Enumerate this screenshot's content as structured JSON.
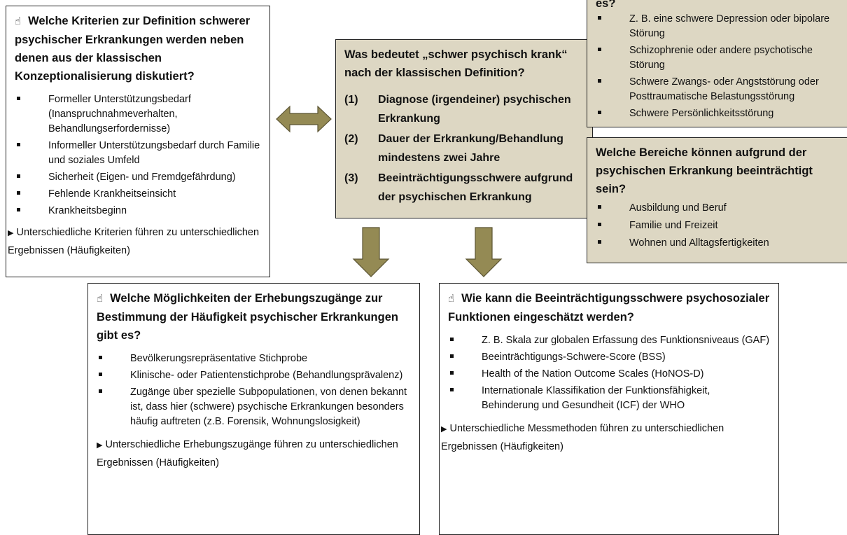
{
  "box_criteria": {
    "icon": "hand-pointer-icon",
    "title": "Welche Kriterien zur Definition schwerer psychischer Erkrankungen werden neben denen aus der klassischen Konzeptionalisierung diskutiert?",
    "items": [
      "Formeller Unterstützungsbedarf (Inanspruchnahmeverhalten, Behandlungserfordernisse)",
      "Informeller Unterstützungsbedarf durch Familie und soziales Umfeld",
      "Sicherheit (Eigen- und Fremdgefährdung)",
      "Fehlende Krankheitseinsicht",
      "Krankheitsbeginn"
    ],
    "note": "Unterschiedliche Kriterien führen zu unterschiedlichen Ergebnissen (Häufigkeiten)"
  },
  "box_definition": {
    "title": "Was bedeutet „schwer psychisch krank“ nach der klassischen Definition?",
    "items": [
      {
        "num": "(1)",
        "text": "Diagnose (irgendeiner) psychischen Erkrankung"
      },
      {
        "num": "(2)",
        "text": "Dauer der Erkrankung/Behandlung mindestens zwei Jahre"
      },
      {
        "num": "(3)",
        "text": "Beeinträchtigungsschwere aufgrund der psychischen Erkrankung"
      }
    ]
  },
  "box_diagnoses": {
    "title_fragment": "es?",
    "items": [
      "Z. B. eine schwere Depression oder bipolare Störung",
      "Schizophrenie oder andere psychotische Störung",
      "Schwere Zwangs- oder Angststörung oder Posttraumatische Belastungsstörung",
      "Schwere Persönlichkeitsstörung"
    ]
  },
  "box_areas": {
    "title": "Welche Bereiche können aufgrund der psychischen Erkrankung beeinträchtigt sein?",
    "items": [
      "Ausbildung und Beruf",
      "Familie und Freizeit",
      "Wohnen und Alltagsfertigkeiten"
    ]
  },
  "box_access": {
    "icon": "hand-pointer-icon",
    "title": "Welche Möglichkeiten der Erhebungszugänge zur Bestimmung der Häufigkeit psychischer Erkrankungen gibt es?",
    "items": [
      "Bevölkerungsrepräsentative Stichprobe",
      "Klinische- oder Patientenstichprobe (Behandlungsprävalenz)",
      "Zugänge über spezielle Subpopulationen, von denen bekannt ist, dass hier (schwere) psychische Erkrankungen besonders häufig auftreten (z.B. Forensik, Wohnungslosigkeit)"
    ],
    "note": "Unterschiedliche Erhebungszugänge führen zu unterschiedlichen Ergebnissen (Häufigkeiten)"
  },
  "box_severity": {
    "icon": "hand-pointer-icon",
    "title": "Wie kann die Beeinträchtigungsschwere psychosozialer Funktionen eingeschätzt werden?",
    "items": [
      "Z. B. Skala zur globalen Erfassung des Funktionsniveaus (GAF)",
      "Beeinträchtigungs-Schwere-Score (BSS)",
      "Health of the Nation Outcome Scales (HoNOS-D)",
      "Internationale Klassifikation der Funktionsfähigkeit, Behinderung und Gesundheit (ICF) der WHO"
    ],
    "note": "Unterschiedliche Messmethoden führen zu unterschiedlichen Ergebnissen (Häufigkeiten)"
  },
  "colors": {
    "arrow_fill": "#948a54",
    "box_fill": "#ddd7c3",
    "border": "#222222"
  }
}
